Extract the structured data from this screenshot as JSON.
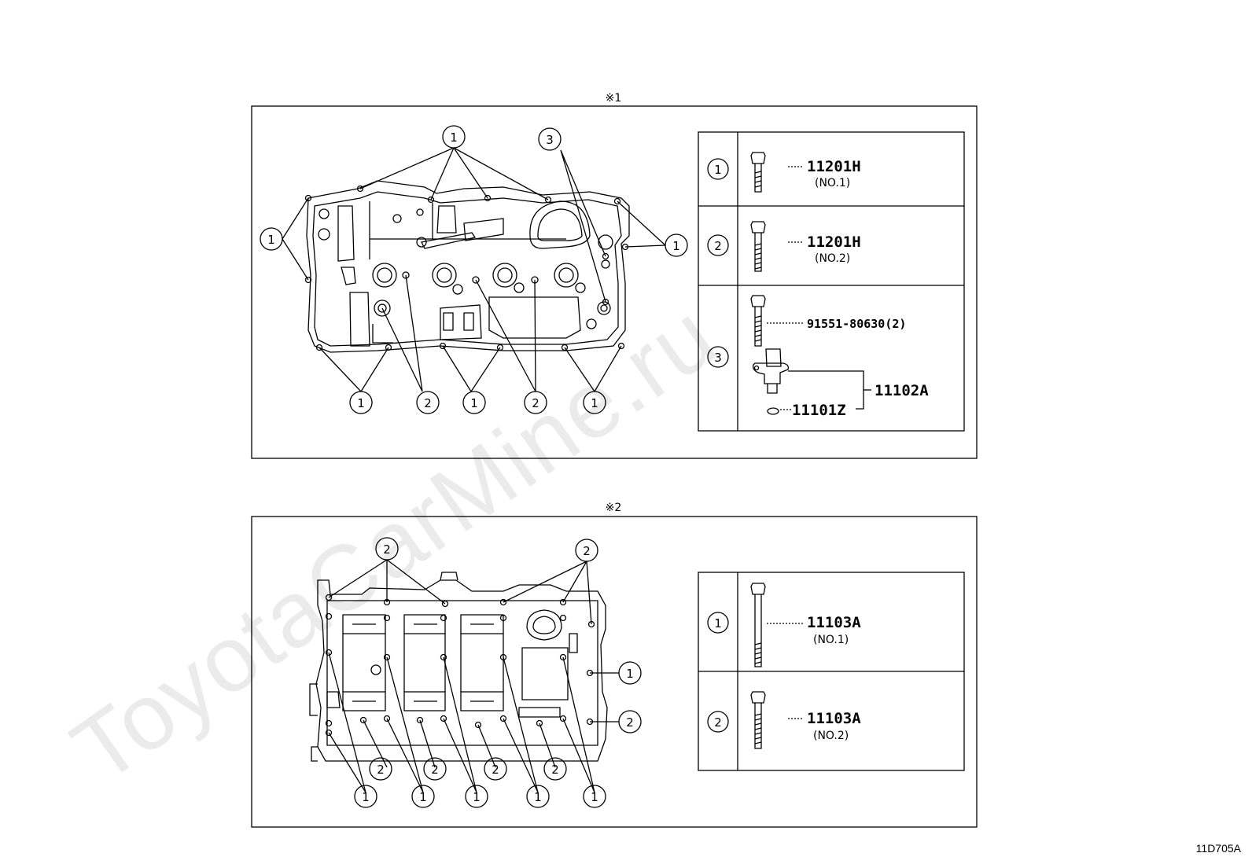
{
  "watermark": "ToyotaCarMine.ru",
  "figure_code": "11D705A",
  "panels": [
    {
      "mark": "※1",
      "legend": [
        {
          "num": "1",
          "part": "11201H",
          "sub": "(NO.1)"
        },
        {
          "num": "2",
          "part": "11201H",
          "sub": "(NO.2)"
        },
        {
          "num": "3",
          "part": "91551-80630(2)",
          "part_b": "11102A",
          "part_c": "11101Z"
        }
      ]
    },
    {
      "mark": "※2",
      "legend": [
        {
          "num": "1",
          "part": "11103A",
          "sub": "(NO.1)"
        },
        {
          "num": "2",
          "part": "11103A",
          "sub": "(NO.2)"
        }
      ]
    }
  ],
  "callouts": {
    "one": "1",
    "two": "2",
    "three": "3"
  }
}
